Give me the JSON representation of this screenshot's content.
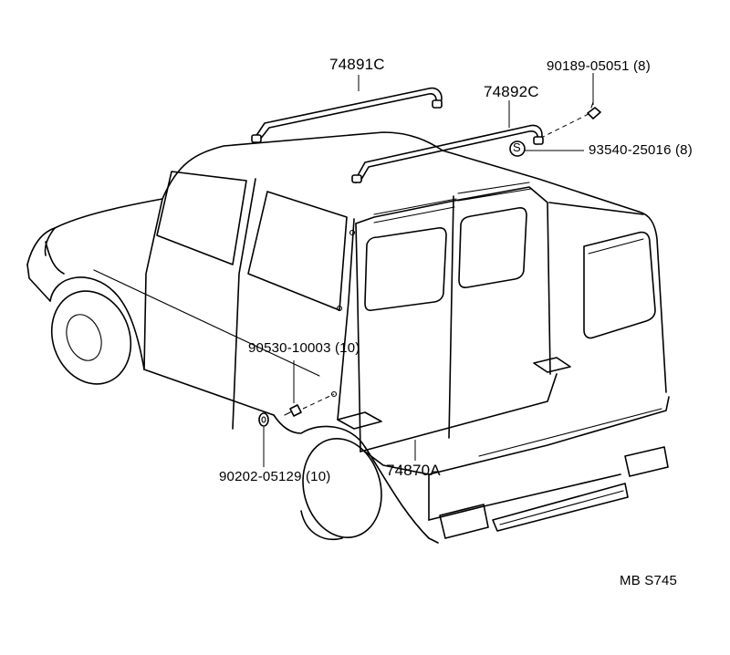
{
  "diagram_id": "MB S745",
  "parts": [
    {
      "part_number": "74891C",
      "qty": ""
    },
    {
      "part_number": "74892C",
      "qty": ""
    },
    {
      "part_number": "90189-05051",
      "qty": "(8)"
    },
    {
      "part_number": "93540-25016",
      "qty": "(8)",
      "symbol": "S"
    },
    {
      "part_number": "90530-10003",
      "qty": "(10)"
    },
    {
      "part_number": "90202-05129",
      "qty": "(10)"
    },
    {
      "part_number": "74870A",
      "qty": ""
    }
  ],
  "labels": {
    "p74891c": "74891C",
    "p74892c": "74892C",
    "p90189": "90189-05051 (8)",
    "p93540": "93540-25016 (8)",
    "s_symbol": "S",
    "p90530": "90530-10003 (10)",
    "p90202": "90202-05129 (10)",
    "p74870a": "74870A",
    "code": "MB S745"
  }
}
